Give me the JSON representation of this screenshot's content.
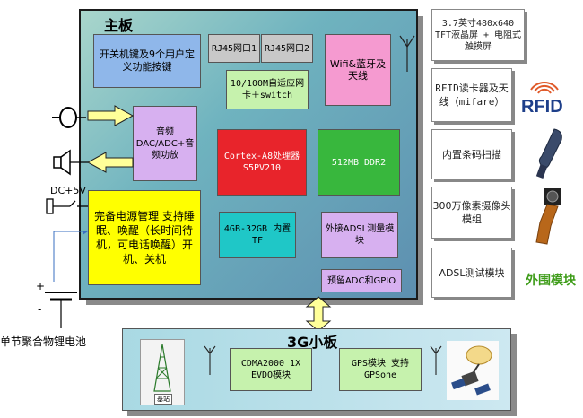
{
  "main_board": {
    "title": "主板",
    "power_keys": "开关机键及9个用户定义功能按键",
    "rj45_1": "RJ45网口1",
    "rj45_2": "RJ45网口2",
    "wifi": "Wifi&蓝牙及天线",
    "nic": "10/100M自适应网卡＋switch",
    "audio": "音频DAC/ADC+音频功放",
    "cpu": "Cortex-A8处理器 S5PV210",
    "ram": "512MB DDR2",
    "power_mgmt": "完备电源管理 支持睡眠、唤醒（长时间待机，可电话唤醒）开机、关机",
    "storage": "4GB-32GB 内置TF",
    "adsl_ext": "外接ADSL测量模块",
    "reserved": "预留ADC和GPIO"
  },
  "left_labels": {
    "dc": "DC+5V",
    "battery": "单节聚合物锂电池"
  },
  "small_board": {
    "title": "3G小板",
    "cdma": "CDMA2000 1X EVDO模块",
    "gps": "GPS模块 支持GPSone",
    "tower_caption": "基站"
  },
  "peripherals": {
    "title": "外围模块",
    "items": [
      "3.7英寸480x640 TFT液晶屏 + 电阻式触摸屏",
      "RFID读卡器及天线（mifare）",
      "内置条码扫描",
      "300万像素摄像头模组",
      "ADSL测试模块"
    ],
    "rfid_logo": "RFID"
  },
  "colors": {
    "board": "#6fb3bf",
    "blue_box": "#8fb7ea",
    "gray_box": "#c8c8c8",
    "pink_box": "#f59ad0",
    "green_box": "#c6f2ad",
    "red_box": "#e8242b",
    "dark_green": "#38b73d",
    "yellow_box": "#ffff00",
    "cyan_box": "#1fc7c7",
    "lavender_box": "#d7b0f0",
    "arrow": "#ffff99",
    "peripheral_title": "#3e9c19"
  }
}
